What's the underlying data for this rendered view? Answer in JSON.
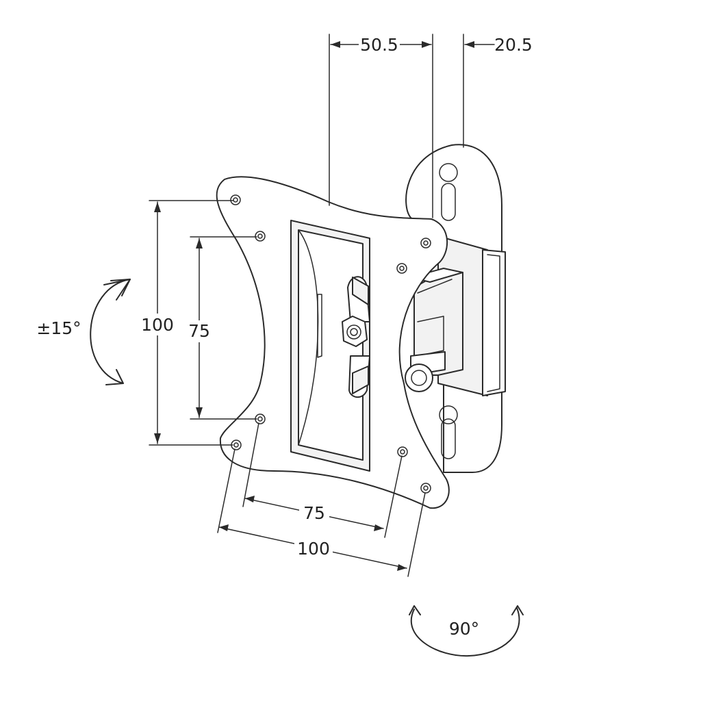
{
  "diagram": {
    "dimensions": {
      "arm_offset": "50.5",
      "wall_plate_depth": "20.5",
      "hole_spacing_outer_vertical": "100",
      "hole_spacing_inner_vertical": "75",
      "hole_spacing_inner_horizontal": "75",
      "hole_spacing_outer_horizontal": "100"
    },
    "rotations": {
      "tilt": "±15°",
      "swivel": "90°"
    },
    "colors": {
      "line": "#2a2a2a",
      "background": "#ffffff"
    }
  }
}
